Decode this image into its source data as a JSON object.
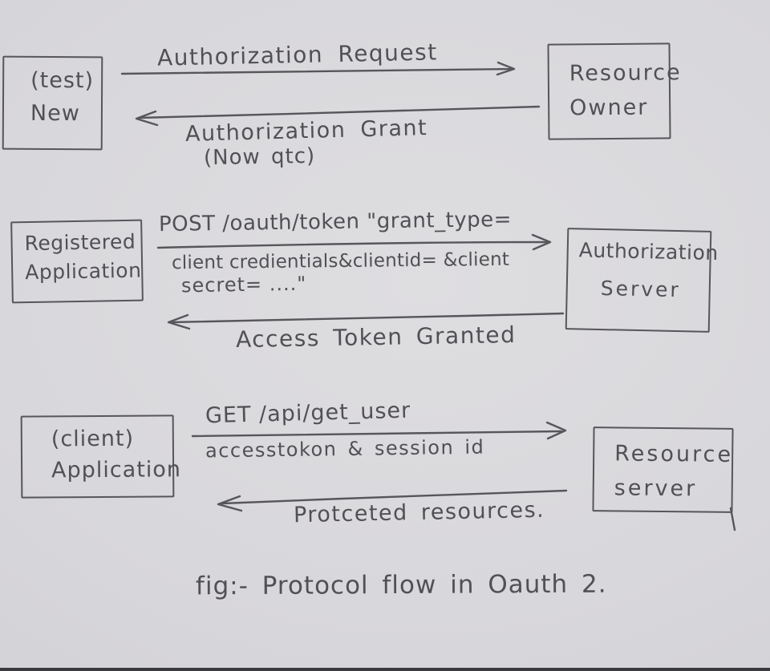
{
  "page": {
    "caption": "fig:- Protocol flow in Oauth 2."
  },
  "colors": {
    "paper": "#d7d6da",
    "pencil": "#56565b"
  },
  "boxes": [
    {
      "name": "client-test",
      "lines": [
        "(test)",
        "New"
      ]
    },
    {
      "name": "resource-owner",
      "lines": [
        "Resource",
        "Owner"
      ]
    },
    {
      "name": "registered-application",
      "lines": [
        "Registered",
        "Application"
      ]
    },
    {
      "name": "authorization-server",
      "lines": [
        "Authorization",
        "Server"
      ]
    },
    {
      "name": "client-application",
      "lines": [
        "(client)",
        "Application"
      ]
    },
    {
      "name": "resource-server",
      "lines": [
        "Resource",
        "server"
      ]
    }
  ],
  "arrows": [
    {
      "name": "authorization-request",
      "direction": "right",
      "label": "Authorization Request"
    },
    {
      "name": "authorization-grant",
      "direction": "left",
      "label": "Authorization Grant",
      "sublabel": "(Now qtc)"
    },
    {
      "name": "post-oauth-token",
      "direction": "right",
      "label": "POST /oauth/token \"grant_type=",
      "sublabel": "client credientials&clientid= &client",
      "sublabel2": "secret= ....\""
    },
    {
      "name": "access-token-granted",
      "direction": "left",
      "label": "Access Token Granted"
    },
    {
      "name": "get-api-user",
      "direction": "right",
      "label": "GET /api/get_user",
      "sublabel": "accesstokon & session id"
    },
    {
      "name": "protected-resources",
      "direction": "left",
      "label": "Protceted resources."
    }
  ]
}
